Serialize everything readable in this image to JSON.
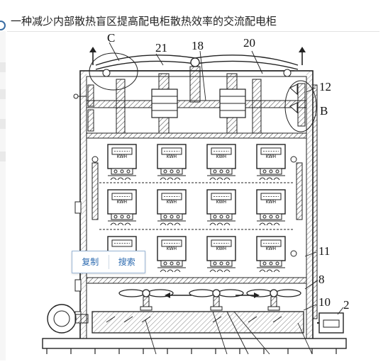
{
  "page": {
    "title": "一种减少内部散热盲区提高配电柜散热效率的交流配电柜"
  },
  "figure": {
    "callouts": {
      "c": "C",
      "n21": "21",
      "n18": "18",
      "n20": "20",
      "n12": "12",
      "b": "B",
      "n11": "11",
      "n8": "8",
      "n10": "10",
      "n2": "2"
    },
    "meter_label": "KWH"
  },
  "popover": {
    "copy_label": "复制",
    "search_label": "搜索"
  }
}
